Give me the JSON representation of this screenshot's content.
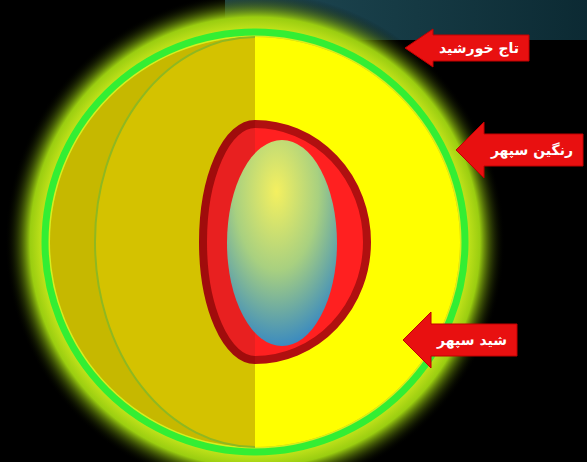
{
  "diagram": {
    "nodes": [
      {
        "text": [
          "تاج خورشید"
        ]
      },
      {
        "text": [
          "رنگین سپهر"
        ]
      },
      {
        "text": [
          "شید سپهر"
        ]
      }
    ]
  }
}
